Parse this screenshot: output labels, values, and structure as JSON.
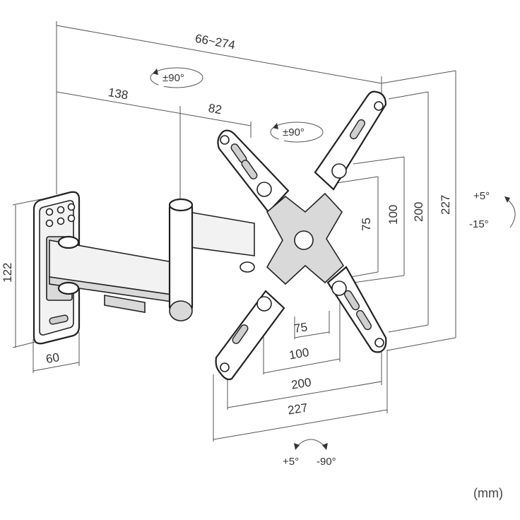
{
  "dimensions": {
    "total_extension": "66~274",
    "arm_length_1": "138",
    "arm_length_2": "82",
    "wall_plate_height": "122",
    "wall_plate_width": "60",
    "vesa_h_75": "75",
    "vesa_h_100": "100",
    "vesa_h_200": "200",
    "vesa_h_227": "227",
    "vesa_v_75": "75",
    "vesa_v_100": "100",
    "vesa_v_200": "200",
    "vesa_v_227": "227"
  },
  "rotations": {
    "arm_swivel": "±90°",
    "head_swivel": "±90°",
    "tilt_up": "+5°",
    "tilt_down": "-15°",
    "rotate_left": "+5°",
    "rotate_right": "-90°"
  },
  "unit": "(mm)",
  "colors": {
    "line": "#222222",
    "dimension": "#555555",
    "text": "#333333"
  }
}
